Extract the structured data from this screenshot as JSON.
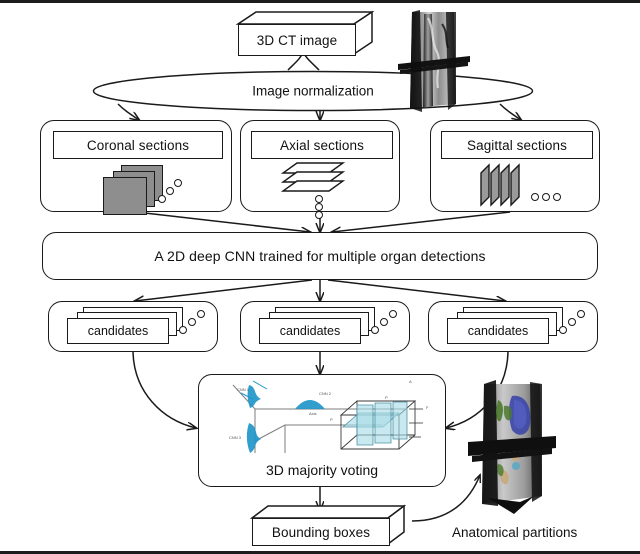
{
  "figure": {
    "title": "Multi-organ detection pipeline flowchart",
    "colors": {
      "stroke": "#1a1a1a",
      "slab_gray": "#8e8e8e",
      "plane_cyan": "#a8dbe6",
      "curve_blue": "#2196c9",
      "organ_blue": "#3a44a8",
      "organ_green": "#4c7a2e",
      "organ_tan": "#c8a878",
      "background": "#ffffff"
    }
  },
  "nodes": {
    "ct_input": {
      "label": "3D CT image",
      "shape": "3d-box"
    },
    "normalization": {
      "label": "Image normalization",
      "shape": "ellipse"
    },
    "sections": [
      {
        "label": "Coronal sections",
        "icon": "stacked-gray-slabs",
        "dots": "···"
      },
      {
        "label": "Axial sections",
        "icon": "horizontal-slab-stack",
        "dots": "···"
      },
      {
        "label": "Sagittal sections",
        "icon": "vertical-slab-stack",
        "dots": "···"
      }
    ],
    "cnn": {
      "label": "A 2D deep CNN trained for multiple organ detections",
      "shape": "rounded-rect"
    },
    "candidates": [
      {
        "label": "candidates",
        "dots": "···"
      },
      {
        "label": "candidates",
        "dots": "···"
      },
      {
        "label": "candidates",
        "dots": "···"
      }
    ],
    "voting": {
      "label": "3D majority voting",
      "icon": "3d-voting-schematic"
    },
    "bounding_boxes": {
      "label": "Bounding boxes",
      "shape": "3d-box"
    },
    "anatomical_partitions": {
      "label": "Anatomical partitions",
      "icon": "segmented-ct-volume"
    }
  },
  "images": {
    "ct_volume_top": {
      "name": "3d-ct-volume-grayscale"
    },
    "ct_volume_segmented": {
      "name": "3d-ct-volume-segmented"
    }
  }
}
